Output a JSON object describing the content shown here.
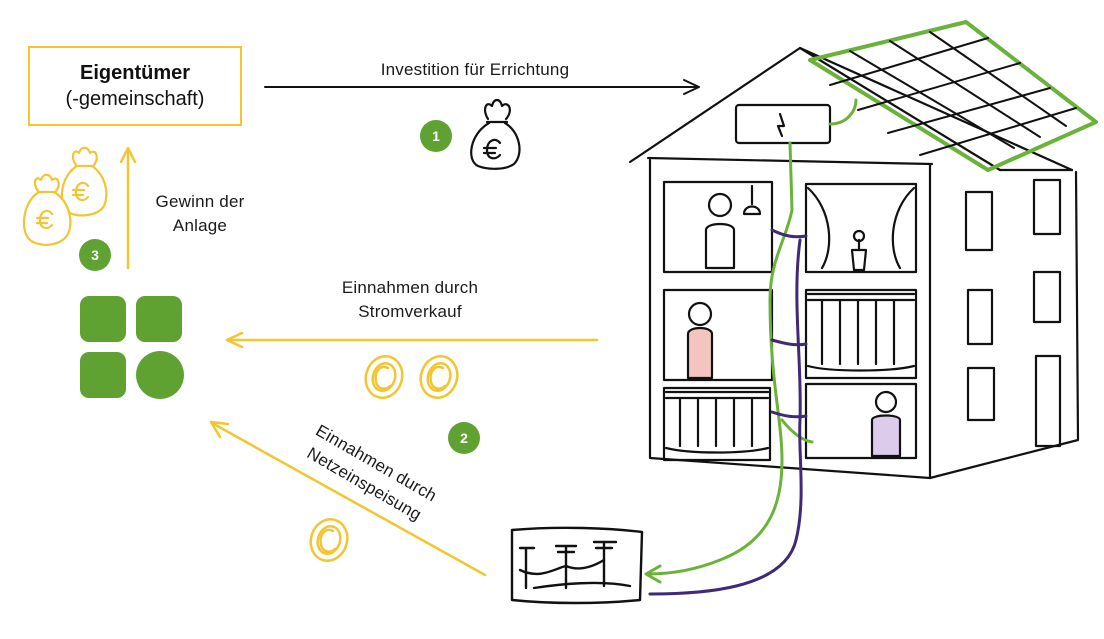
{
  "owner": {
    "title": "Eigentümer",
    "subtitle": "(-gemeinschaft)"
  },
  "flows": {
    "investment": "Investition für Errichtung",
    "profit_line1": "Gewinn der",
    "profit_line2": "Anlage",
    "sales_line1": "Einnahmen durch",
    "sales_line2": "Stromverkauf",
    "feed_line1": "Einnahmen durch",
    "feed_line2": "Netzeinspeisung"
  },
  "badges": {
    "one": "1",
    "two": "2",
    "three": "3"
  },
  "icons": {
    "money_bag": "money-bag-euro-icon",
    "coin": "coin-icon",
    "logo": "four-tile-logo-icon",
    "building": "apartment-building-icon",
    "solar": "solar-panel-icon",
    "inverter": "inverter-icon",
    "grid": "power-grid-icon"
  },
  "colors": {
    "accent_yellow": "#f2c531",
    "badge_green": "#5fa232",
    "solar_line_green": "#6ab23a",
    "grid_line_purple": "#3f2a78",
    "ink": "#111111"
  }
}
